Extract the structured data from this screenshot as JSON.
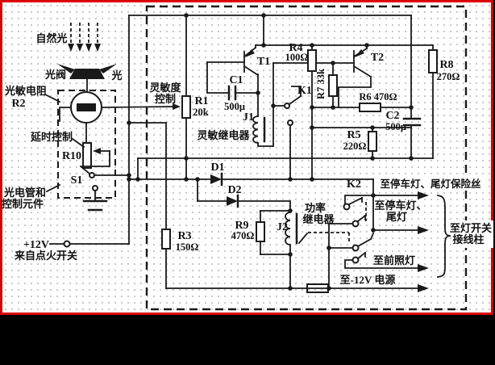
{
  "colors": {
    "background": "#000000",
    "paper": "#ffffff",
    "frame_border": "#dd0000",
    "ink": "#1a1a1a"
  },
  "annotations": {
    "natural_light": "自然光",
    "light_valve": "光阀",
    "light": "光",
    "photoresistor": "光敏电阻",
    "delay_control": "延时控制",
    "phototube_line1": "光电管和",
    "phototube_line2": "控制元件",
    "supply": "+12V",
    "supply_source": "来自点火开关",
    "sensitivity_line1": "灵敏度",
    "sensitivity_line2": "控制",
    "sensitive_relay": "灵敏继电器",
    "power_relay_line1": "功率",
    "power_relay_line2": "继电器",
    "to_parking_fuse": "至停车灯、尾灯保险丝",
    "to_parking_line1": "至停车灯、",
    "to_parking_line2": "尾灯",
    "to_headlamp": "至前照灯",
    "to_minus12v": "至-12V 电源",
    "to_lamp_switch_line1": "至灯开关",
    "to_lamp_switch_line2": "接线柱"
  },
  "components": {
    "r1": {
      "ref": "R1",
      "value": "20k"
    },
    "r2": {
      "ref": "R2"
    },
    "r3": {
      "ref": "R3",
      "value": "150Ω"
    },
    "r4": {
      "ref": "R4",
      "value": "100Ω"
    },
    "r5": {
      "ref": "R5",
      "value": "220Ω"
    },
    "r6": {
      "ref": "R6 470Ω"
    },
    "r7": {
      "ref": "R7 33k"
    },
    "r8": {
      "ref": "R8",
      "value": "270Ω"
    },
    "r9": {
      "ref": "R9",
      "value": "470Ω"
    },
    "r10": {
      "ref": "R10"
    },
    "c1": {
      "ref": "C1",
      "value": "500μ"
    },
    "c2": {
      "ref": "C2",
      "value": "500μ"
    },
    "d1": {
      "ref": "D1"
    },
    "d2": {
      "ref": "D2"
    },
    "t1": {
      "ref": "T1"
    },
    "t2": {
      "ref": "T2"
    },
    "j1": {
      "ref": "J1"
    },
    "j2": {
      "ref": "J2"
    },
    "k1": {
      "ref": "K1"
    },
    "k2": {
      "ref": "K2"
    },
    "s1": {
      "ref": "S1"
    }
  }
}
